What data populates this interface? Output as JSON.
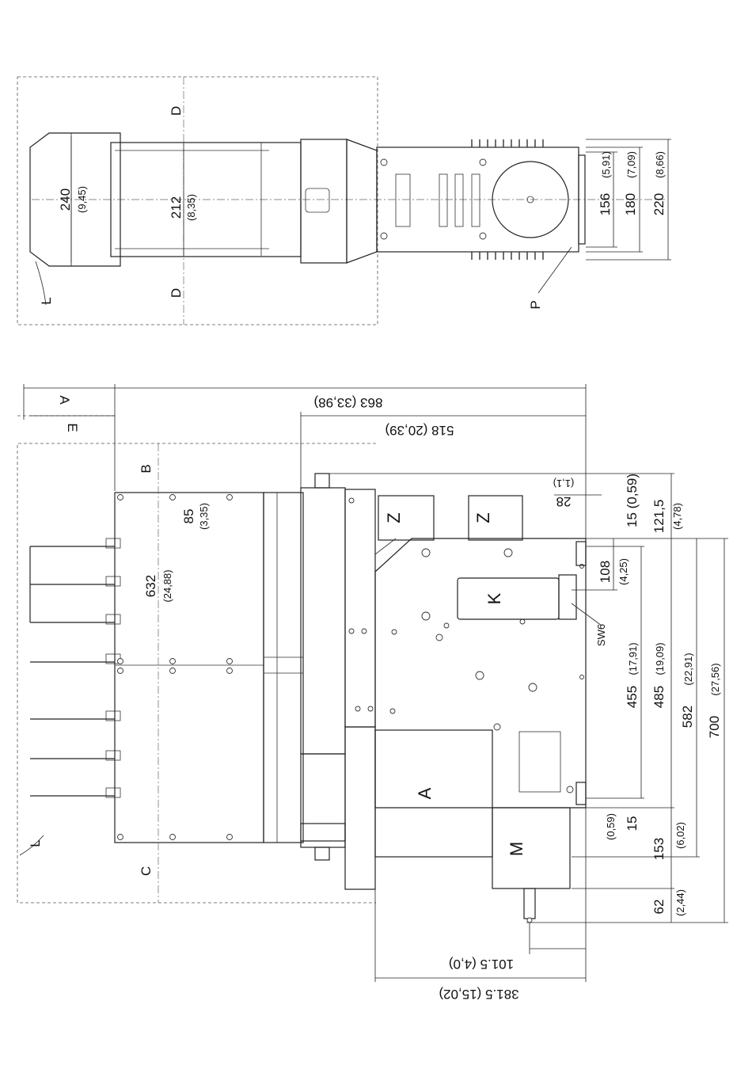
{
  "top_view": {
    "dim_240": "240",
    "dim_240_in": "(9,45)",
    "dim_212": "212",
    "dim_212_in": "(8,35)",
    "dim_156": "156",
    "dim_156_in": "(5,91)",
    "dim_180": "180",
    "dim_180_in": "(7,09)",
    "dim_220": "220",
    "dim_220_in": "(8,66)",
    "label_D_top": "D",
    "label_D_bottom": "D",
    "label_L": "L",
    "label_P": "P"
  },
  "side_view": {
    "dim_863": "863 (33,98)",
    "dim_518": "518 (20,39)",
    "dim_632": "632",
    "dim_632_in": "(24,88)",
    "dim_85": "85",
    "dim_85_in": "(3,35)",
    "dim_28": "28",
    "dim_28_in": "(1,1)",
    "dim_15a": "15 (0,59)",
    "dim_121_5": "121,5",
    "dim_121_5_in": "(4,78)",
    "dim_108": "108",
    "dim_108_in": "(4,25)",
    "dim_455": "455",
    "dim_455_in": "(17,91)",
    "dim_485": "485",
    "dim_485_in": "(19,09)",
    "dim_582": "582",
    "dim_582_in": "(22,91)",
    "dim_700": "700",
    "dim_700_in": "(27,56)",
    "dim_15b": "15",
    "dim_15b_in": "(0,59)",
    "dim_153": "153",
    "dim_153_in": "(6,02)",
    "dim_62": "62",
    "dim_62_in": "(2,44)",
    "dim_101_5": "101.5 (4,0)",
    "dim_381_5": "381.5 (15,02)",
    "label_A_top": "A",
    "label_E": "E",
    "label_B": "B",
    "label_C": "C",
    "label_L": "L",
    "label_Z1": "Z",
    "label_Z2": "Z",
    "label_K": "K",
    "label_SW6": "SW6",
    "label_A_box": "A",
    "label_M": "M"
  }
}
